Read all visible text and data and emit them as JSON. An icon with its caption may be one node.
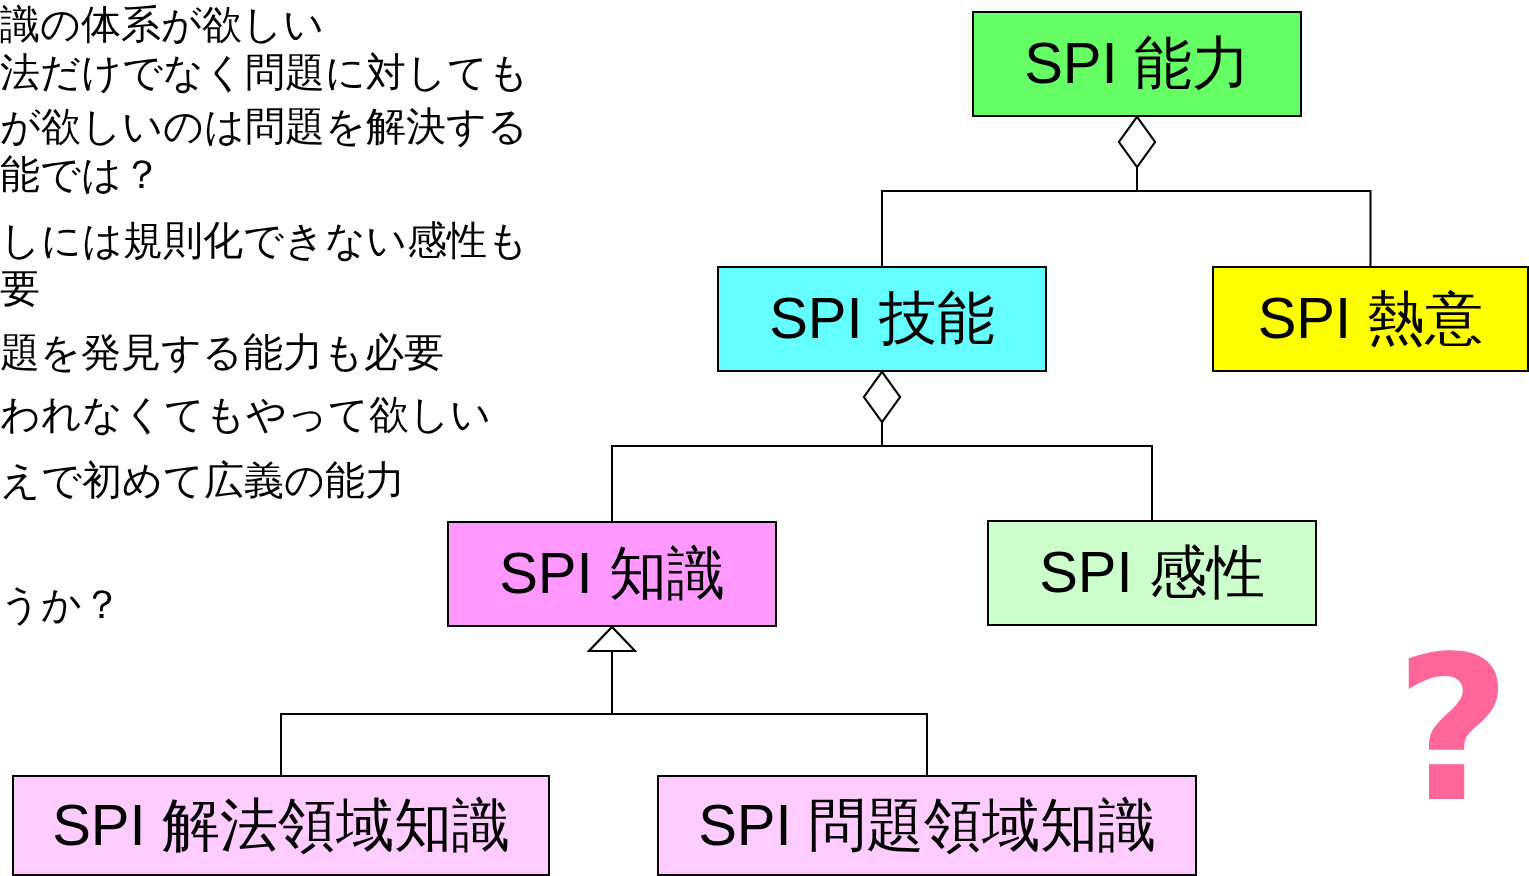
{
  "diagram": {
    "nodes": [
      {
        "text": [
          "SPI 能力"
        ]
      },
      {
        "text": [
          "SPI 技能"
        ]
      },
      {
        "text": [
          "SPI 熱意"
        ]
      },
      {
        "text": [
          "SPI 知識"
        ]
      },
      {
        "text": [
          "SPI 感性"
        ]
      },
      {
        "text": [
          "SPI 解法領域知識"
        ]
      },
      {
        "text": [
          "SPI 問題領域知識"
        ]
      }
    ],
    "edges": [
      {
        "from": 1,
        "to": 0,
        "arrow": "other"
      },
      {
        "from": 2,
        "to": 0,
        "arrow": "other"
      },
      {
        "from": 3,
        "to": 1,
        "arrow": "other"
      },
      {
        "from": 4,
        "to": 1,
        "arrow": "other"
      },
      {
        "from": 5,
        "to": 3,
        "arrow": "to"
      },
      {
        "from": 6,
        "to": 3,
        "arrow": "to"
      }
    ],
    "labels": [
      "識の体系が欲しい",
      "法だけでなく問題に対しても",
      "が欲しいのは問題を解決する",
      "能では？",
      "しには規則化できない感性も",
      "要",
      "題を発見する能力も必要",
      "われなくてもやって欲しい",
      "えで初めて広義の能力",
      "うか？",
      "?"
    ]
  }
}
